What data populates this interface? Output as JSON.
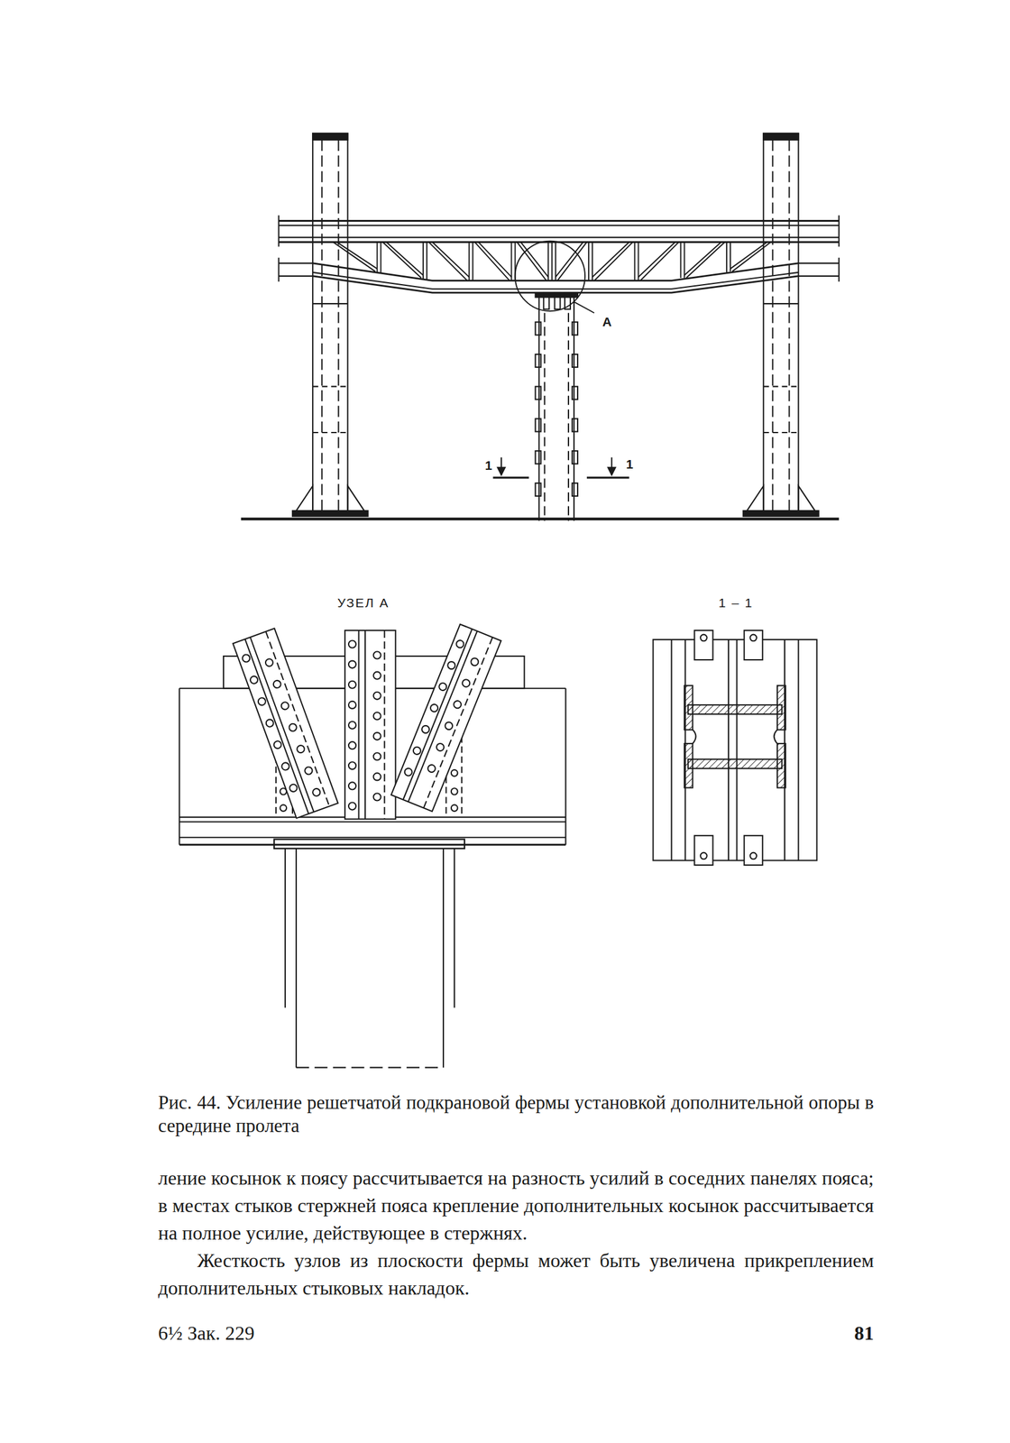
{
  "diagram": {
    "caption": "Рис. 44. Усиление решетчатой подкрановой фермы установкой дополнительной опоры в середине пролета",
    "labels": [
      "А",
      "1",
      "1",
      "УЗЕЛ А",
      "1 – 1",
      "ление косынок к поясу рассчитывается на разность усилий в соседних панелях пояса; в местах стыков стержней пояса крепление дополнительных косынок рассчитывается на полное усилие, действующее в стержнях.",
      "Жесткость узлов из плоскости фермы может быть увеличена прикреплением дополнительных стыковых накладок.",
      "6½ Зак. 229",
      "81"
    ]
  }
}
